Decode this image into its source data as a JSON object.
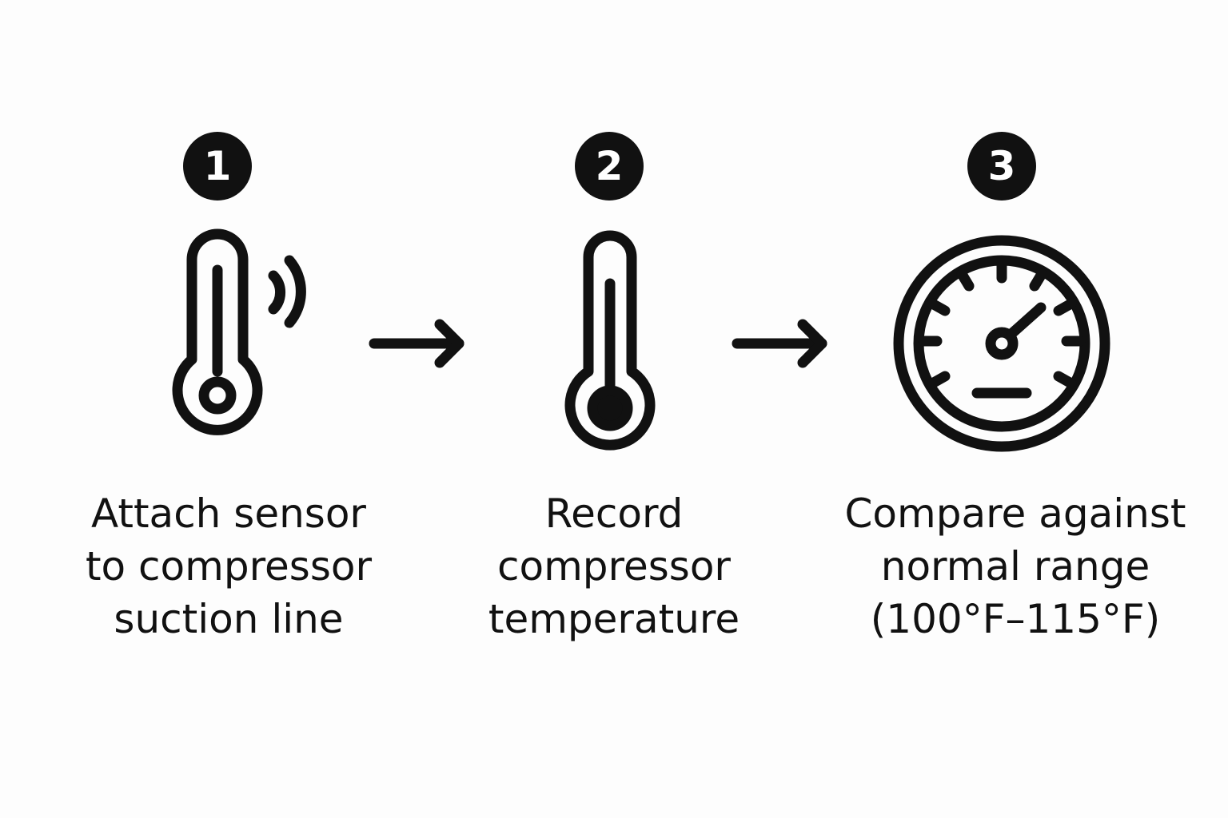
{
  "steps": [
    {
      "number": "1",
      "icon": "thermometer-sensor-icon",
      "lines": [
        "Attach sensor",
        "to compressor",
        "suction line"
      ]
    },
    {
      "number": "2",
      "icon": "thermometer-icon",
      "lines": [
        "Record",
        "compressor",
        "temperature"
      ]
    },
    {
      "number": "3",
      "icon": "gauge-icon",
      "lines": [
        "Compare against",
        "normal range",
        "(100°F–115°F)"
      ]
    }
  ]
}
